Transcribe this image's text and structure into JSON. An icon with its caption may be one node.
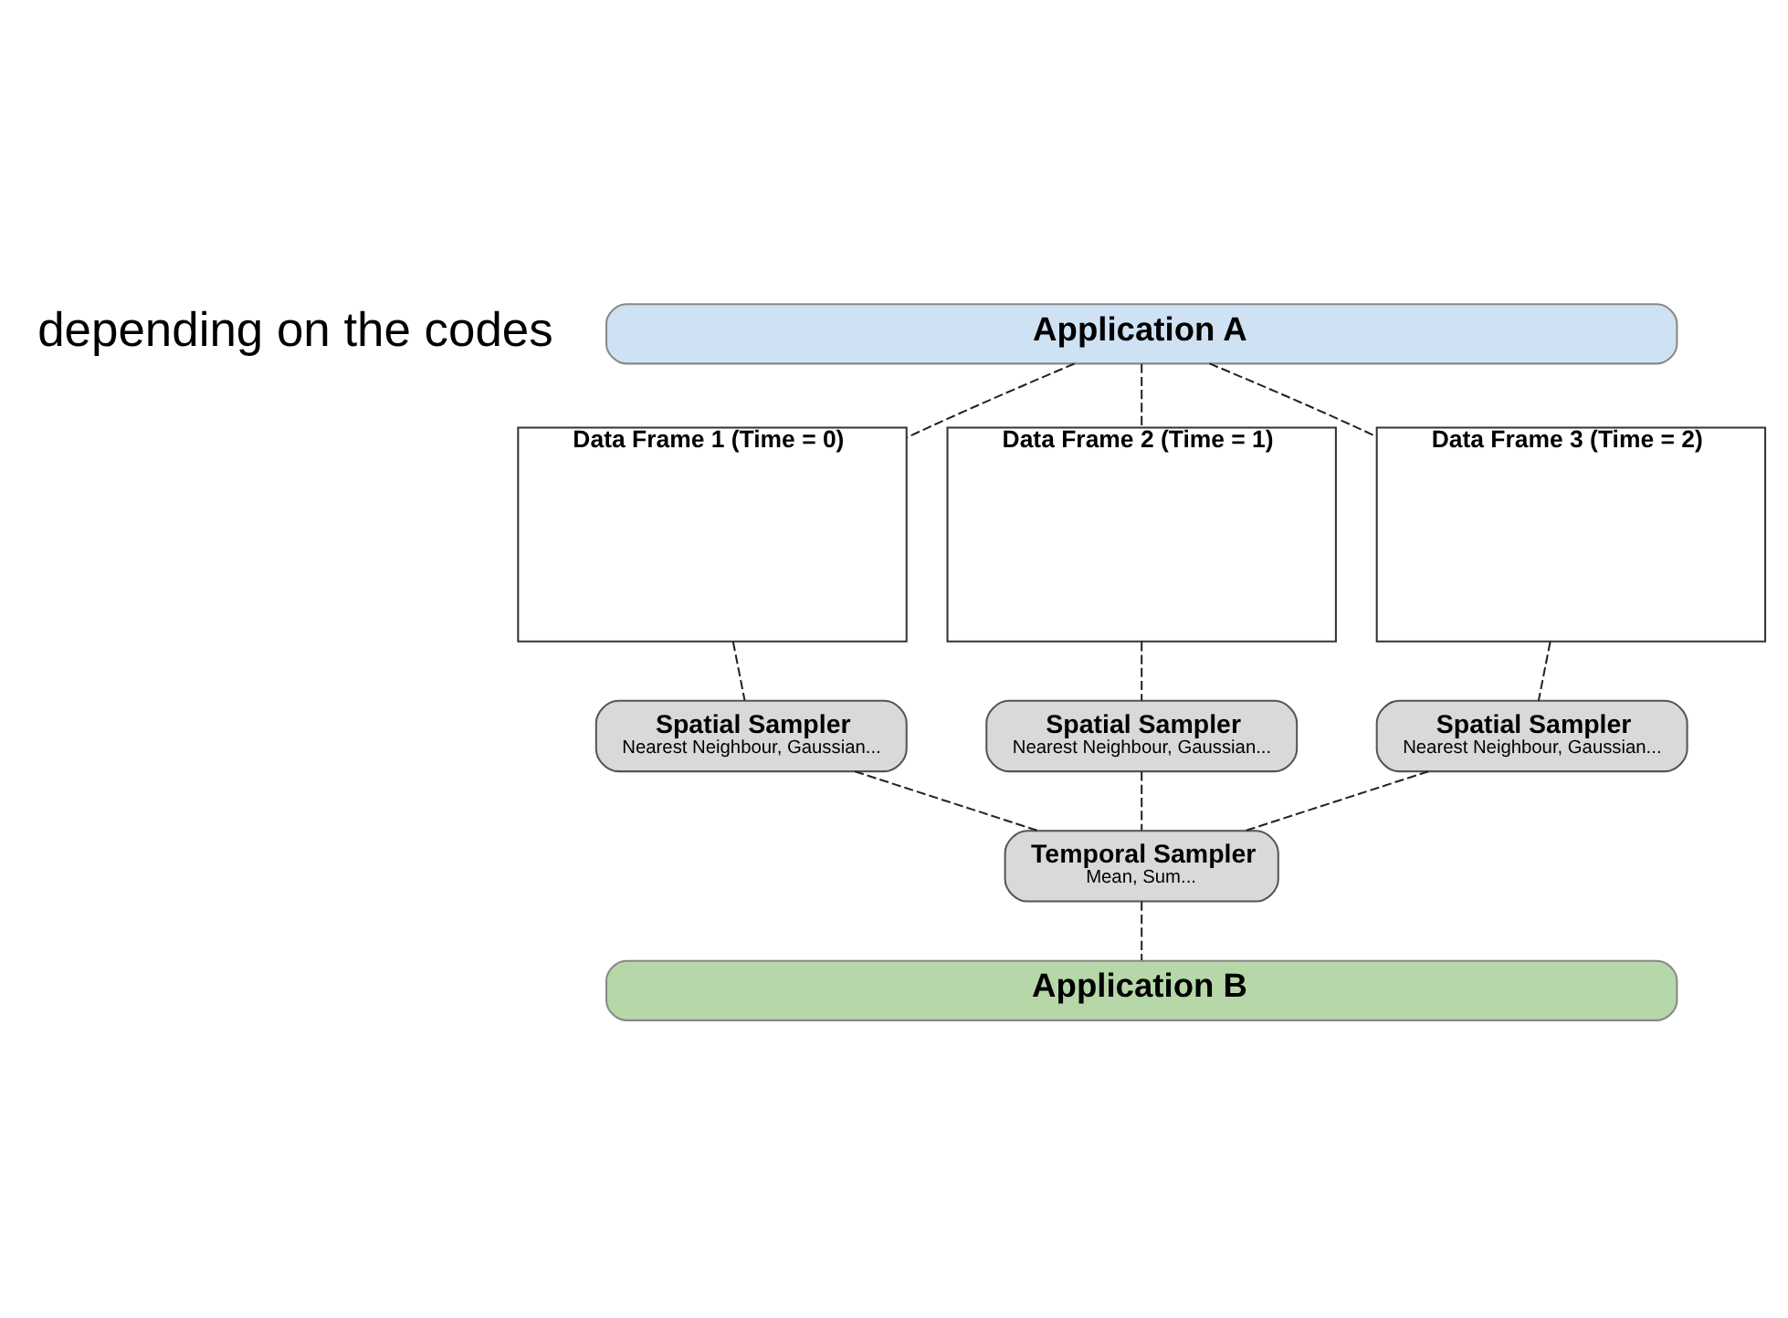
{
  "diagram": {
    "nodes": [
      {
        "text": [
          "Application A"
        ]
      },
      {
        "text": [
          "Data Frame 1 (Time = 0)"
        ]
      },
      {
        "text": [
          "Data Frame 2 (Time = 1)"
        ]
      },
      {
        "text": [
          "Data Frame 3 (Time = 2)"
        ]
      },
      {
        "text": [
          "Spatial Sampler",
          "Nearest Neighbour, Gaussian..."
        ]
      },
      {
        "text": [
          "Spatial Sampler",
          "Nearest Neighbour, Gaussian..."
        ]
      },
      {
        "text": [
          "Spatial Sampler",
          "Nearest Neighbour, Gaussian..."
        ]
      },
      {
        "text": [
          "Temporal Sampler",
          "Mean, Sum..."
        ]
      },
      {
        "text": [
          "Application B"
        ]
      }
    ],
    "edges": [
      {
        "from": 0,
        "to": 1,
        "arrow": "none",
        "style": "dashed"
      },
      {
        "from": 0,
        "to": 2,
        "arrow": "none",
        "style": "dashed"
      },
      {
        "from": 0,
        "to": 3,
        "arrow": "none",
        "style": "dashed"
      },
      {
        "from": 1,
        "to": 4,
        "arrow": "none",
        "style": "dashed"
      },
      {
        "from": 2,
        "to": 5,
        "arrow": "none",
        "style": "dashed"
      },
      {
        "from": 3,
        "to": 6,
        "arrow": "none",
        "style": "dashed"
      },
      {
        "from": 4,
        "to": 7,
        "arrow": "none",
        "style": "dashed"
      },
      {
        "from": 5,
        "to": 7,
        "arrow": "none",
        "style": "dashed"
      },
      {
        "from": 6,
        "to": 7,
        "arrow": "none",
        "style": "dashed"
      },
      {
        "from": 7,
        "to": 8,
        "arrow": "none",
        "style": "dashed"
      }
    ],
    "labels": [
      "depending on the codes"
    ]
  }
}
